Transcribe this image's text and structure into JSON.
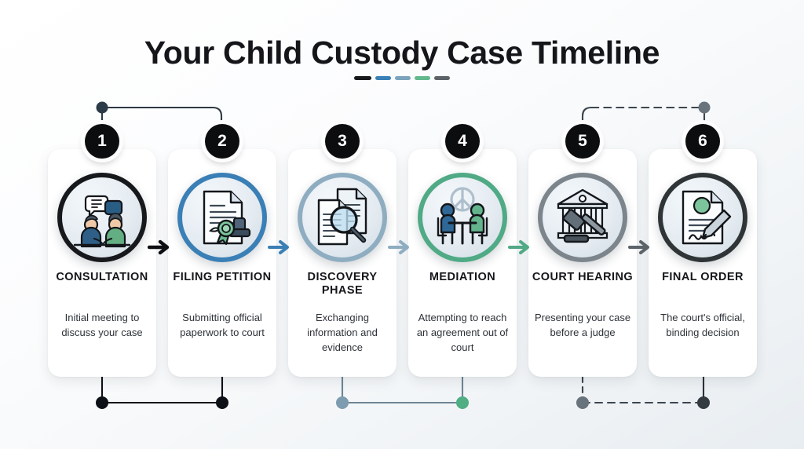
{
  "header": {
    "title": "Your Child Custody Case Timeline",
    "divider_colors": [
      "#16181c",
      "#3a7fb5",
      "#7ba3bb",
      "#63b98e",
      "#5d6469"
    ]
  },
  "steps": [
    {
      "number": "1",
      "title": "CONSULTATION",
      "description": "Initial meeting to discuss your case",
      "icon": "people-talking-icon",
      "ring_color": "#16181c"
    },
    {
      "number": "2",
      "title": "FILING PETITION",
      "description": "Submitting official paperwork to court",
      "icon": "document-seal-stamp-icon",
      "ring_color": "#3a7fb5"
    },
    {
      "number": "3",
      "title": "DISCOVERY PHASE",
      "description": "Exchanging information and evidence",
      "icon": "documents-magnifier-icon",
      "ring_color": "#8fadc1"
    },
    {
      "number": "4",
      "title": "MEDIATION",
      "description": "Attempting to reach an agreement out of court",
      "icon": "mediation-table-peace-icon",
      "ring_color": "#4faa85"
    },
    {
      "number": "5",
      "title": "COURT HEARING",
      "description": "Presenting your case before a judge",
      "icon": "courthouse-gavel-icon",
      "ring_color": "#7c858b"
    },
    {
      "number": "6",
      "title": "FINAL ORDER",
      "description": "The court's official, binding decision",
      "icon": "signed-document-pen-icon",
      "ring_color": "#2f3437"
    }
  ],
  "arrows": [
    {
      "name": "arrow-step1-to-step2",
      "color": "#0d0f12"
    },
    {
      "name": "arrow-step2-to-step3",
      "color": "#3a7fb5"
    },
    {
      "name": "arrow-step3-to-step4",
      "color": "#8fadc1"
    },
    {
      "name": "arrow-step4-to-step5",
      "color": "#4faa85"
    },
    {
      "name": "arrow-step5-to-step6",
      "color": "#5d6469"
    }
  ],
  "connectors": {
    "top_left": {
      "style": "solid",
      "color": "#2e3944",
      "node_color": "#2b3b47"
    },
    "top_right": {
      "style": "dashed",
      "color": "#3b464f",
      "node_color": "#68737c"
    },
    "bottom_left": {
      "style": "solid",
      "color": "#0d1117",
      "node_color": "#0d1117"
    },
    "bottom_middle": {
      "style": "solid",
      "color": "#6f8594",
      "node_from_color": "#7e9cb0",
      "node_to_color": "#4fae84"
    },
    "bottom_right": {
      "style": "dashed",
      "color": "#3b464f",
      "node_from_color": "#68737c",
      "node_to_color": "#333b41"
    }
  }
}
